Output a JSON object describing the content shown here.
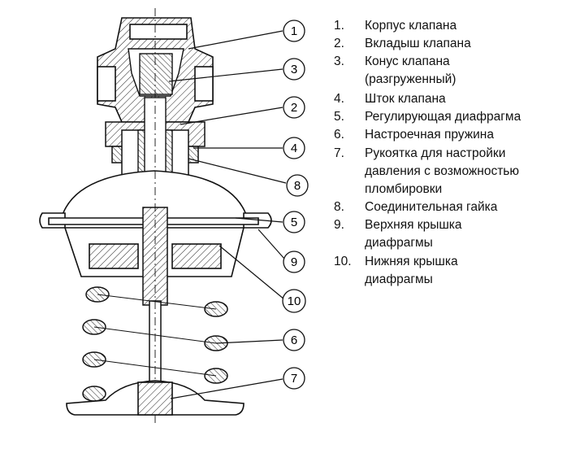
{
  "callouts": [
    "1",
    "3",
    "2",
    "4",
    "8",
    "5",
    "9",
    "10",
    "6",
    "7"
  ],
  "legend": [
    {
      "num": "1.",
      "lines": [
        "Корпус клапана"
      ]
    },
    {
      "num": "2.",
      "lines": [
        "Вкладыш клапана"
      ]
    },
    {
      "num": "3.",
      "lines": [
        "Конус клапана",
        "(разгруженный)"
      ]
    },
    {
      "num": "4.",
      "lines": [
        "Шток клапана"
      ]
    },
    {
      "num": "5.",
      "lines": [
        "Регулирующая диафрагма"
      ]
    },
    {
      "num": "6.",
      "lines": [
        "Настроечная пружина"
      ]
    },
    {
      "num": "7.",
      "lines": [
        "Рукоятка для настройки",
        "давления с возможностью",
        "пломбировки"
      ]
    },
    {
      "num": "8.",
      "lines": [
        "Соединительная гайка"
      ]
    },
    {
      "num": "9.",
      "lines": [
        "Верхняя крышка",
        "диафрагмы"
      ]
    },
    {
      "num": "10.",
      "lines": [
        "Нижняя крышка",
        "диафрагмы"
      ]
    }
  ]
}
